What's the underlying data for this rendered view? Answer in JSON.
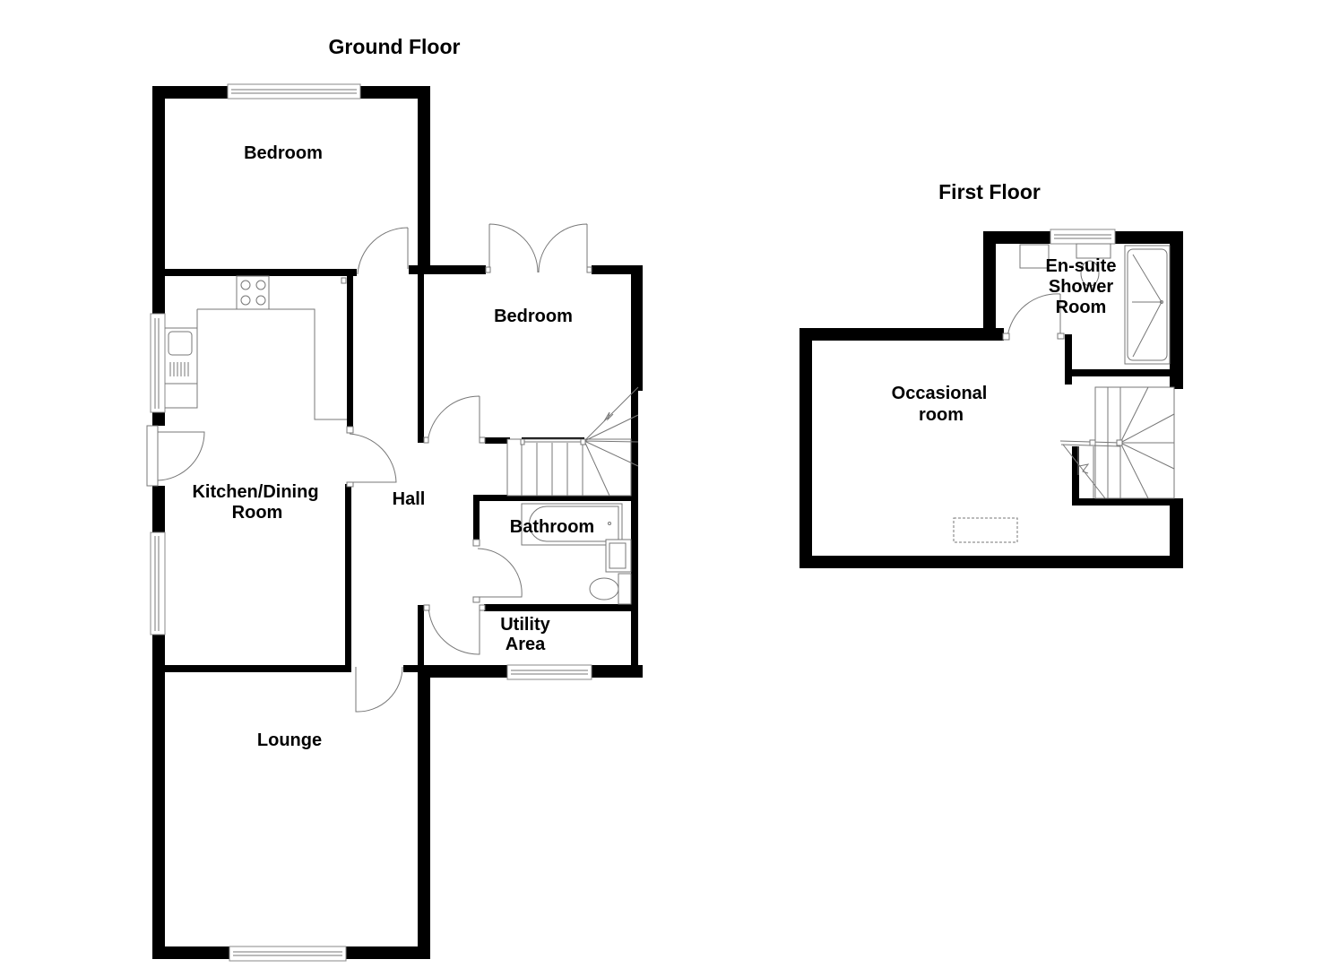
{
  "floors": {
    "ground": {
      "title": "Ground Floor",
      "rooms": {
        "bedroom_1": {
          "label": "Bedroom"
        },
        "bedroom_2": {
          "label": "Bedroom"
        },
        "kitchen": {
          "line1": "Kitchen/Dining",
          "line2": "Room"
        },
        "hall": {
          "label": "Hall"
        },
        "bathroom": {
          "label": "Bathroom"
        },
        "utility": {
          "line1": "Utility",
          "line2": "Area"
        },
        "lounge": {
          "label": "Lounge"
        }
      }
    },
    "first": {
      "title": "First Floor",
      "rooms": {
        "ensuite": {
          "line1": "En-suite",
          "line2": "Shower",
          "line3": "Room"
        },
        "occasional": {
          "line1": "Occasional",
          "line2": "room"
        }
      }
    }
  },
  "colors": {
    "wall": "#000000",
    "fixture_line": "#777777",
    "background": "#ffffff"
  }
}
